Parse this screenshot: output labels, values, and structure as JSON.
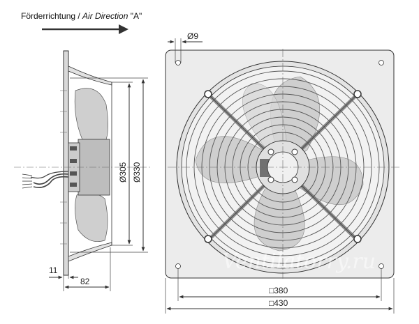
{
  "header": {
    "direction_label_de": "Förderrichtung / ",
    "direction_label_en": "Air Direction",
    "direction_label_code": " \"A\""
  },
  "dimensions": {
    "hole_diameter": "Ø9",
    "inner_diameter": "Ø305",
    "outer_diameter": "Ø330",
    "flange_thickness": "11",
    "depth": "82",
    "hole_spacing": "□380",
    "plate_size": "□430"
  },
  "watermark": "Ventilatorry.ru",
  "colors": {
    "plate": "#ececec",
    "blade": "#cfcfcf",
    "line": "#333333"
  }
}
